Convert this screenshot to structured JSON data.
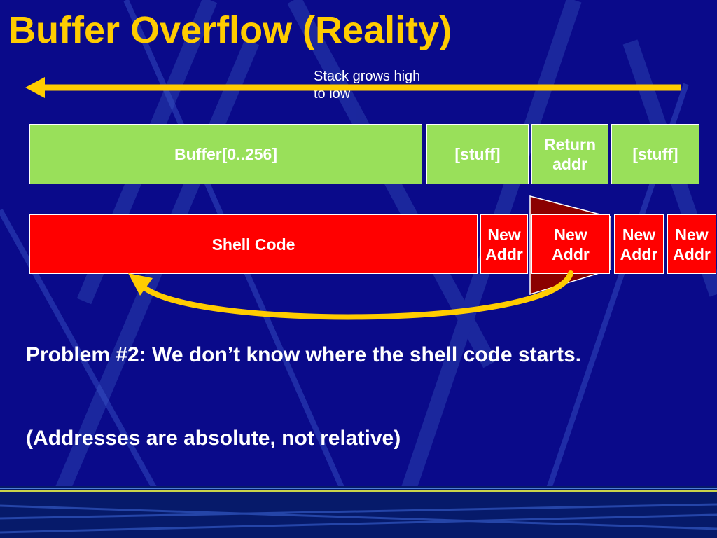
{
  "slide": {
    "title": "Buffer Overflow (Reality)",
    "colors": {
      "background": "#0a0a8a",
      "title": "#ffcc00",
      "arrow": "#ffcc00",
      "stack_box": "#99e05a",
      "payload_box": "#ff0000",
      "pointer_wedge": "#8b0000"
    }
  },
  "stack_direction": {
    "label": "Stack grows high to low",
    "icon": "left-arrow-icon"
  },
  "stack_layout": {
    "buffer": "Buffer[0..256]",
    "stuff_1": "[stuff]",
    "return_addr": "Return addr",
    "stuff_2": "[stuff]"
  },
  "payload": {
    "shell_code": "Shell Code",
    "new_addr_1": "New Addr",
    "new_addr_2": "New Addr",
    "new_addr_3": "New Addr",
    "new_addr_4": "New Addr",
    "jump_icon": "curved-arrow-icon"
  },
  "body_text": {
    "problem": "Problem #2: We don’t know where the shell code starts.",
    "note": "(Addresses are absolute, not relative)"
  }
}
